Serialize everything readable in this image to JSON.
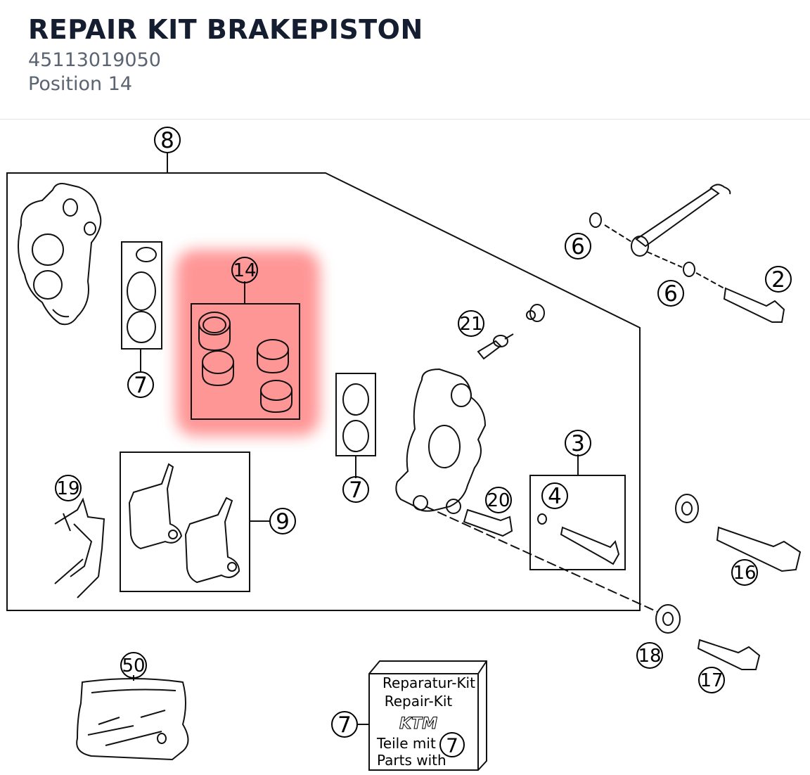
{
  "header": {
    "title": "REPAIR KIT BRAKEPISTON",
    "part_number": "45113019050",
    "position": "Position 14"
  },
  "diagram": {
    "highlight_color": "#ff6b6b",
    "callouts": {
      "c8": "8",
      "c14": "14",
      "c7a": "7",
      "c7b": "7",
      "c7c": "7",
      "c7d": "7",
      "c6a": "6",
      "c6b": "6",
      "c2": "2",
      "c21": "21",
      "c3": "3",
      "c4": "4",
      "c20": "20",
      "c19": "19",
      "c9": "9",
      "c16": "16",
      "c18": "18",
      "c17": "17",
      "c50": "50"
    },
    "kit_box": {
      "line1": "Reparatur-Kit",
      "line2": "Repair-Kit",
      "brand": "KTM",
      "line3": "Teile mit",
      "line4": "Parts with"
    }
  }
}
